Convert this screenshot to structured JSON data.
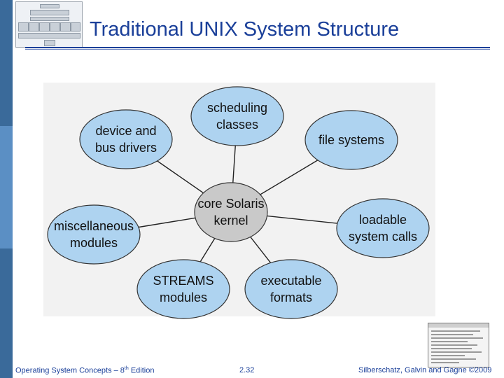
{
  "slide": {
    "title": "Traditional UNIX System Structure"
  },
  "diagram": {
    "center": {
      "id": "core",
      "lines": [
        "core Solaris",
        "kernel"
      ]
    },
    "modules": [
      {
        "id": "scheduling",
        "lines": [
          "scheduling",
          "classes"
        ]
      },
      {
        "id": "file-systems",
        "lines": [
          "file systems"
        ]
      },
      {
        "id": "loadable",
        "lines": [
          "loadable",
          "system calls"
        ]
      },
      {
        "id": "executable",
        "lines": [
          "executable",
          "formats"
        ]
      },
      {
        "id": "streams",
        "lines": [
          "STREAMS",
          "modules"
        ]
      },
      {
        "id": "misc",
        "lines": [
          "miscellaneous",
          "modules"
        ]
      },
      {
        "id": "device",
        "lines": [
          "device and",
          "bus drivers"
        ]
      }
    ],
    "colors": {
      "module_fill": "#aed3f0",
      "center_fill": "#c9c9c9",
      "node_stroke": "#333333",
      "backdrop": "#f2f2f2",
      "title": "#1a3f99"
    }
  },
  "footer": {
    "book_prefix": "Operating System Concepts – 8",
    "book_sup": "th",
    "book_suffix": " Edition",
    "page_number": "2.32",
    "copyright": "Silberschatz, Galvin and Gagne ©2009"
  }
}
